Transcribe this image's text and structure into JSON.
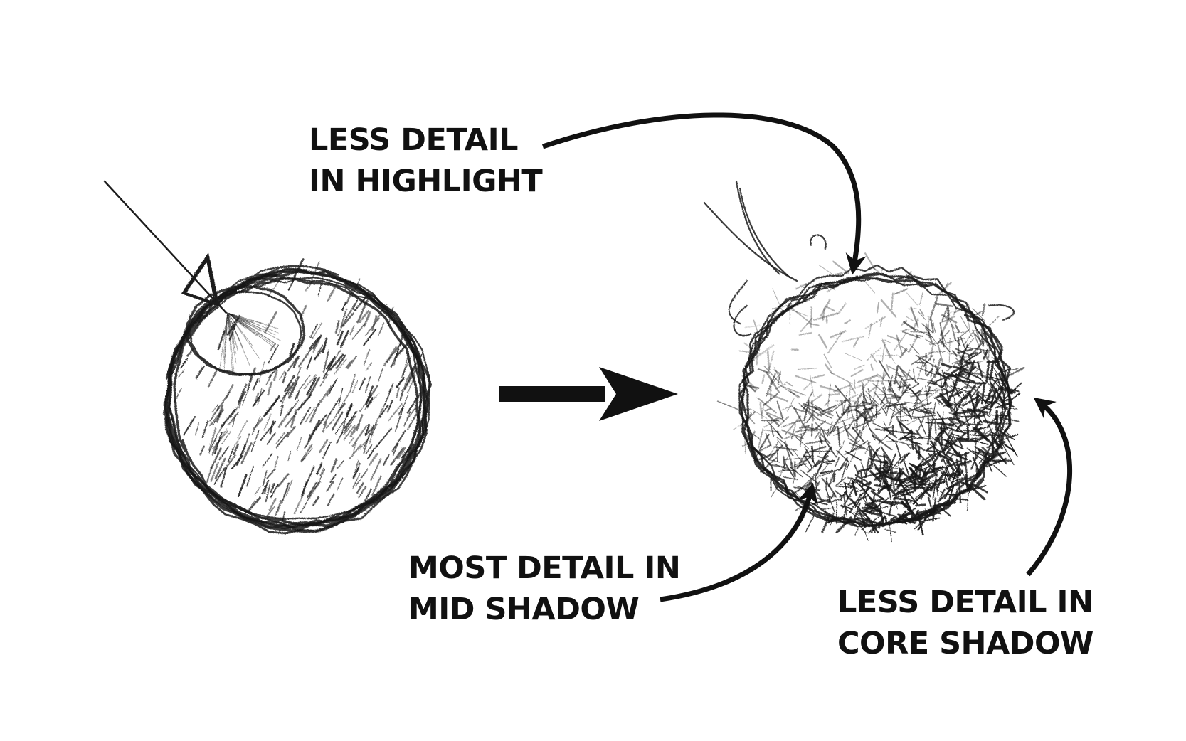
{
  "labels": {
    "highlight": [
      "LESS DETAIL",
      "IN HIGHLIGHT"
    ],
    "mid_shadow": [
      "MOST DETAIL IN",
      "MID SHADOW"
    ],
    "core_shadow": [
      "LESS DETAIL IN",
      "CORE SHADOW"
    ]
  },
  "colors": {
    "ink": "#111111",
    "pencil": "#1a1a1a",
    "background": "#ffffff"
  }
}
